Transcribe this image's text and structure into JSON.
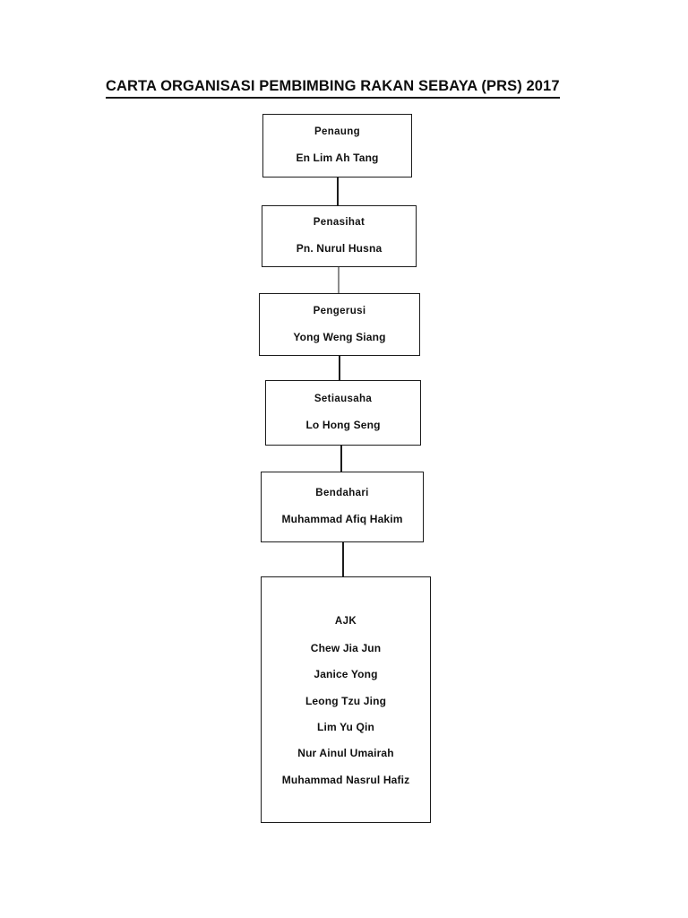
{
  "document": {
    "title": "CARTA ORGANISASI PEMBIMBING RAKAN SEBAYA (PRS) 2017"
  },
  "chart_data": {
    "type": "diagram",
    "diagram_kind": "organizational-chart",
    "title": "CARTA ORGANISASI PEMBIMBING RAKAN SEBAYA (PRS) 2017",
    "orientation": "vertical-single-chain",
    "nodes": [
      {
        "id": "penaung",
        "role": "Penaung",
        "person": "En Lim Ah Tang"
      },
      {
        "id": "penasihat",
        "role": "Penasihat",
        "person": "Pn. Nurul Husna"
      },
      {
        "id": "pengerusi",
        "role": "Pengerusi",
        "person": "Yong Weng Siang"
      },
      {
        "id": "setiausaha",
        "role": "Setiausaha",
        "person": "Lo Hong Seng"
      },
      {
        "id": "bendahari",
        "role": "Bendahari",
        "person": "Muhammad Afiq Hakim"
      },
      {
        "id": "ajk",
        "role": "AJK",
        "members": [
          "Chew Jia Jun",
          "Janice Yong",
          "Leong Tzu Jing",
          "Lim Yu Qin",
          "Nur Ainul Umairah",
          "Muhammad Nasrul Hafiz"
        ]
      }
    ],
    "edges": [
      {
        "from": "penaung",
        "to": "penasihat"
      },
      {
        "from": "penasihat",
        "to": "pengerusi"
      },
      {
        "from": "pengerusi",
        "to": "setiausaha"
      },
      {
        "from": "setiausaha",
        "to": "bendahari"
      },
      {
        "from": "bendahari",
        "to": "ajk"
      }
    ],
    "colors": {
      "page_background": "#ffffff",
      "box_border": "#1c1c1c",
      "text": "#111111",
      "connector": "#1c1c1c",
      "connector_faint": "#8c8c8c"
    }
  }
}
